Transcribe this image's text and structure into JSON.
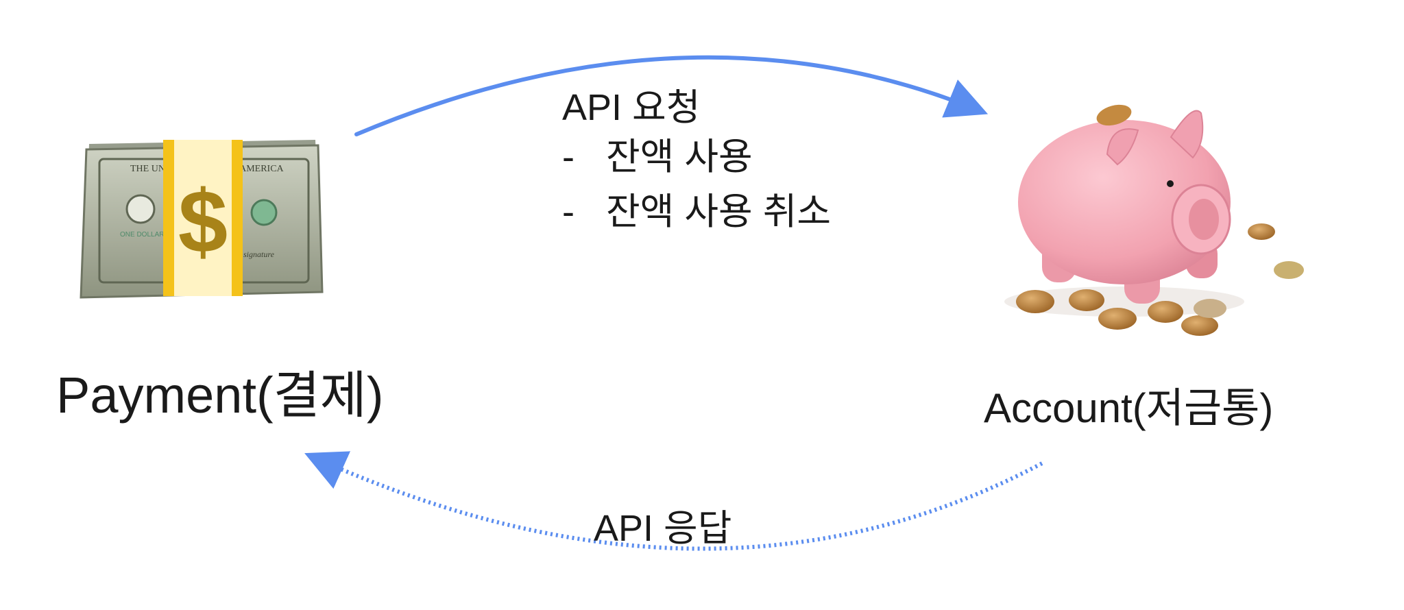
{
  "nodes": {
    "payment": {
      "label": "Payment(결제)",
      "icon": "money-bundle-icon"
    },
    "account": {
      "label": "Account(저금통)",
      "icon": "piggy-bank-icon"
    }
  },
  "edges": {
    "request": {
      "title": "API 요청",
      "items": [
        {
          "bullet": "-",
          "text": "잔액 사용"
        },
        {
          "bullet": "-",
          "text": "잔액 사용 취소"
        }
      ]
    },
    "response": {
      "title": "API 응답"
    }
  },
  "colors": {
    "arrow": "#5b8def",
    "banknote": "#9fa58f",
    "band": "#f4c21a",
    "band_inner": "#fff3c4",
    "dollar": "#a88318",
    "pig": "#f5a8b4",
    "pig_shadow": "#e58c9c",
    "coin": "#b07a3a"
  }
}
